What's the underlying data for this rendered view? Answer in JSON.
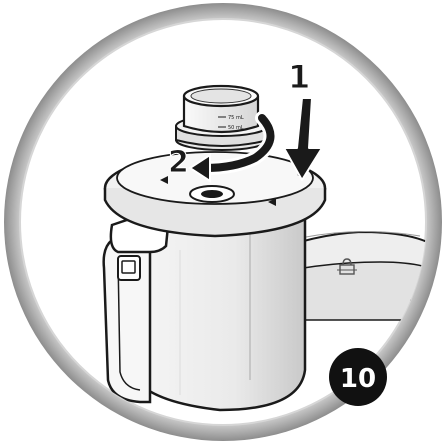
{
  "steps": {
    "step1": "1",
    "step2": "2"
  },
  "badge": {
    "number": "10"
  },
  "measuring_cup": {
    "mark_upper": "75 mL",
    "mark_lower": "50 mL"
  },
  "colors": {
    "frame_outer": "#8a8a8a",
    "frame_inner": "#e3e3e3",
    "appliance_body": "#f4f4f4",
    "outline": "#1a1a1a",
    "badge_fill": "#111111",
    "badge_text": "#ffffff"
  },
  "icons": {
    "lock": "padlock-icon",
    "arrow_down": "arrow-down-icon",
    "arrow_rotate": "rotate-arrow-icon",
    "lid_mark": "triangle-marker-icon"
  }
}
